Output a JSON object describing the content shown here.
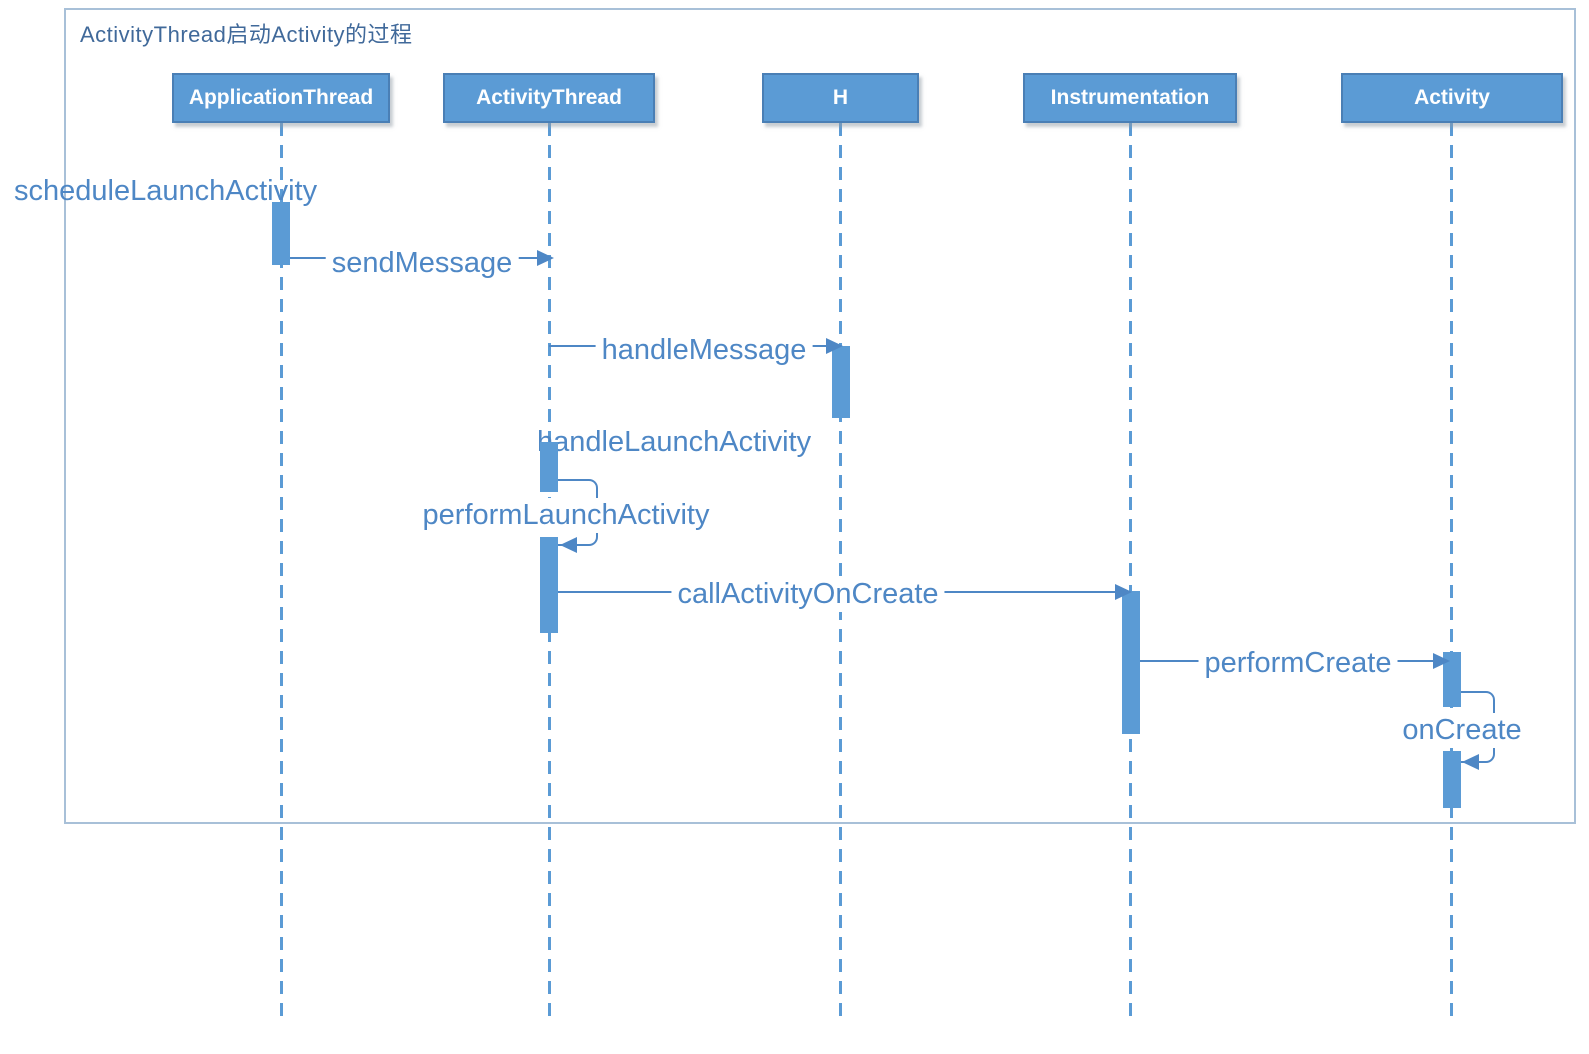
{
  "title": "ActivityThread启动Activity的过程",
  "participants": [
    {
      "label": "ApplicationThread"
    },
    {
      "label": "ActivityThread"
    },
    {
      "label": "H"
    },
    {
      "label": "Instrumentation"
    },
    {
      "label": "Activity"
    }
  ],
  "messages": [
    {
      "label": "scheduleLaunchActivity",
      "to": "ApplicationThread",
      "kind": "incoming"
    },
    {
      "label": "sendMessage",
      "from": "ApplicationThread",
      "to": "ActivityThread",
      "kind": "arrow"
    },
    {
      "label": "handleMessage",
      "from": "ActivityThread",
      "to": "H",
      "kind": "arrow"
    },
    {
      "label": "handleLaunchActivity",
      "to": "ActivityThread",
      "kind": "activation"
    },
    {
      "label": "performLaunchActivity",
      "from": "ActivityThread",
      "to": "ActivityThread",
      "kind": "self"
    },
    {
      "label": "callActivityOnCreate",
      "from": "ActivityThread",
      "to": "Instrumentation",
      "kind": "arrow"
    },
    {
      "label": "performCreate",
      "from": "Instrumentation",
      "to": "Activity",
      "kind": "arrow"
    },
    {
      "label": "onCreate",
      "from": "Activity",
      "to": "Activity",
      "kind": "self"
    }
  ],
  "colors": {
    "participant_fill": "#5b9bd5",
    "participant_border": "#4a7fb5",
    "line_color": "#4e87c5",
    "title_color": "#40699a",
    "frame_border": "#a8c0d8"
  }
}
